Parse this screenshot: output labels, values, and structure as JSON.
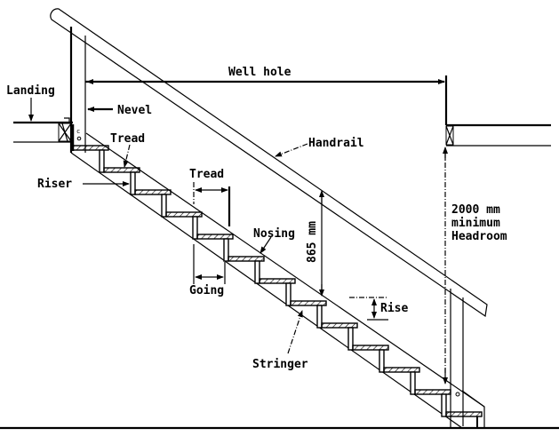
{
  "title": "Staircase components diagram",
  "labels": {
    "landing": "Landing",
    "nevel": "Nevel",
    "tread_top": "Tread",
    "riser": "Riser",
    "tread_dim": "Tread",
    "going": "Going",
    "nosing": "Nosing",
    "handrail": "Handrail",
    "well_hole": "Well hole",
    "handrail_height": "865 mm",
    "rise": "Rise",
    "stringer": "Stringer",
    "headroom_line1": "2000 mm",
    "headroom_line2": "minimum",
    "headroom_line3": "Headroom"
  },
  "dimensions": {
    "handrail_height_mm": 865,
    "min_headroom_mm": 2000
  },
  "colors": {
    "ink": "#000000",
    "paper": "#ffffff"
  }
}
